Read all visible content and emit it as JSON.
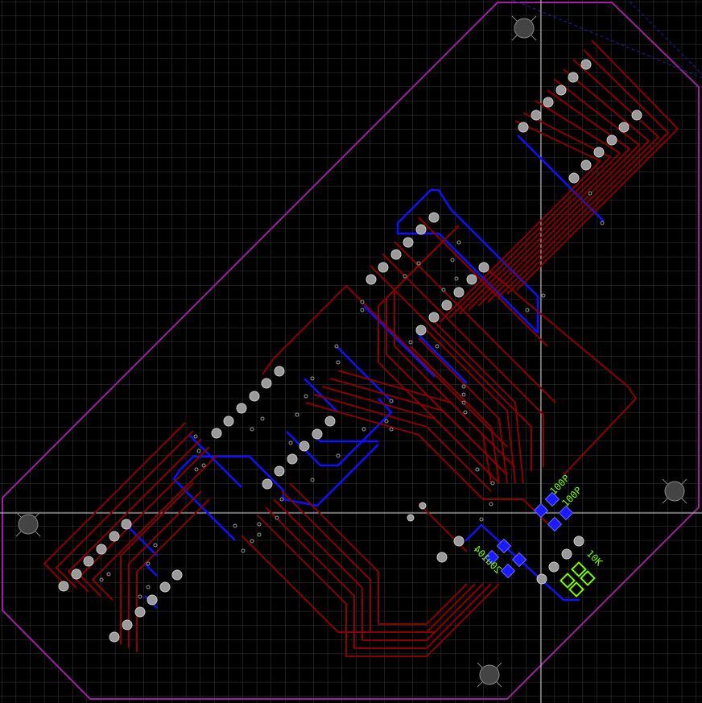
{
  "view": {
    "grid_visible": true,
    "crosshair_visible": true
  },
  "colors": {
    "background": "#000000",
    "grid": "#3a3a3a",
    "board_outline": "#a020a0",
    "top_copper": "#8b0000",
    "bottom_copper": "#1010ff",
    "pad": "#9a9a9a",
    "drill": "#3a3a3a",
    "smd_pad": "#1a1aff",
    "silkscreen": "#7CFC00",
    "crosshair": "#d0d0d0",
    "mount_hole": "#444444"
  },
  "silkscreen": {
    "label_100p_a": "100P",
    "label_100p_b": "100P",
    "label_104": "104",
    "label_20u": "20u",
    "label_10k": "10K"
  }
}
